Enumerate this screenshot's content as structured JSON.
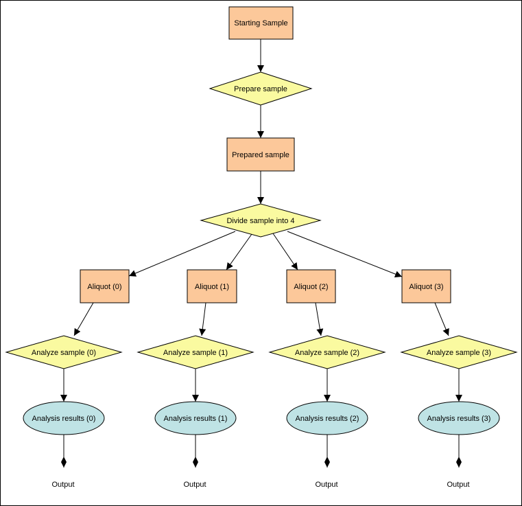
{
  "colors": {
    "sample_fill": "#fcc89a",
    "process_fill": "#fafaa0",
    "result_fill": "#bfe3e5",
    "stroke": "#000000",
    "background": "#ffffff"
  },
  "nodes": {
    "start": {
      "label": "Starting Sample",
      "shape": "rectangle"
    },
    "prepare": {
      "label": "Prepare sample",
      "shape": "diamond"
    },
    "prepared": {
      "label": "Prepared sample",
      "shape": "rectangle"
    },
    "divide": {
      "label": "Divide sample into 4",
      "shape": "diamond"
    },
    "aliquot0": {
      "label": "Aliquot (0)",
      "shape": "rectangle"
    },
    "aliquot1": {
      "label": "Aliquot (1)",
      "shape": "rectangle"
    },
    "aliquot2": {
      "label": "Aliquot (2)",
      "shape": "rectangle"
    },
    "aliquot3": {
      "label": "Aliquot (3)",
      "shape": "rectangle"
    },
    "analyze0": {
      "label": "Analyze sample (0)",
      "shape": "diamond"
    },
    "analyze1": {
      "label": "Analyze sample (1)",
      "shape": "diamond"
    },
    "analyze2": {
      "label": "Analyze sample (2)",
      "shape": "diamond"
    },
    "analyze3": {
      "label": "Analyze sample (3)",
      "shape": "diamond"
    },
    "result0": {
      "label": "Analysis results (0)",
      "shape": "ellipse"
    },
    "result1": {
      "label": "Analysis results (1)",
      "shape": "ellipse"
    },
    "result2": {
      "label": "Analysis results (2)",
      "shape": "ellipse"
    },
    "result3": {
      "label": "Analysis results (3)",
      "shape": "ellipse"
    },
    "output0": {
      "label": "Output",
      "shape": "text"
    },
    "output1": {
      "label": "Output",
      "shape": "text"
    },
    "output2": {
      "label": "Output",
      "shape": "text"
    },
    "output3": {
      "label": "Output",
      "shape": "text"
    }
  },
  "edges": [
    {
      "from": "start",
      "to": "prepare",
      "head": "arrow"
    },
    {
      "from": "prepare",
      "to": "prepared",
      "head": "arrow"
    },
    {
      "from": "prepared",
      "to": "divide",
      "head": "arrow"
    },
    {
      "from": "divide",
      "to": "aliquot0",
      "head": "arrow"
    },
    {
      "from": "divide",
      "to": "aliquot1",
      "head": "arrow"
    },
    {
      "from": "divide",
      "to": "aliquot2",
      "head": "arrow"
    },
    {
      "from": "divide",
      "to": "aliquot3",
      "head": "arrow"
    },
    {
      "from": "aliquot0",
      "to": "analyze0",
      "head": "arrow"
    },
    {
      "from": "aliquot1",
      "to": "analyze1",
      "head": "arrow"
    },
    {
      "from": "aliquot2",
      "to": "analyze2",
      "head": "arrow"
    },
    {
      "from": "aliquot3",
      "to": "analyze3",
      "head": "arrow"
    },
    {
      "from": "analyze0",
      "to": "result0",
      "head": "arrow"
    },
    {
      "from": "analyze1",
      "to": "result1",
      "head": "arrow"
    },
    {
      "from": "analyze2",
      "to": "result2",
      "head": "arrow"
    },
    {
      "from": "analyze3",
      "to": "result3",
      "head": "arrow"
    },
    {
      "from": "result0",
      "to": "output0",
      "head": "diamond"
    },
    {
      "from": "result1",
      "to": "output1",
      "head": "diamond"
    },
    {
      "from": "result2",
      "to": "output2",
      "head": "diamond"
    },
    {
      "from": "result3",
      "to": "output3",
      "head": "diamond"
    }
  ]
}
